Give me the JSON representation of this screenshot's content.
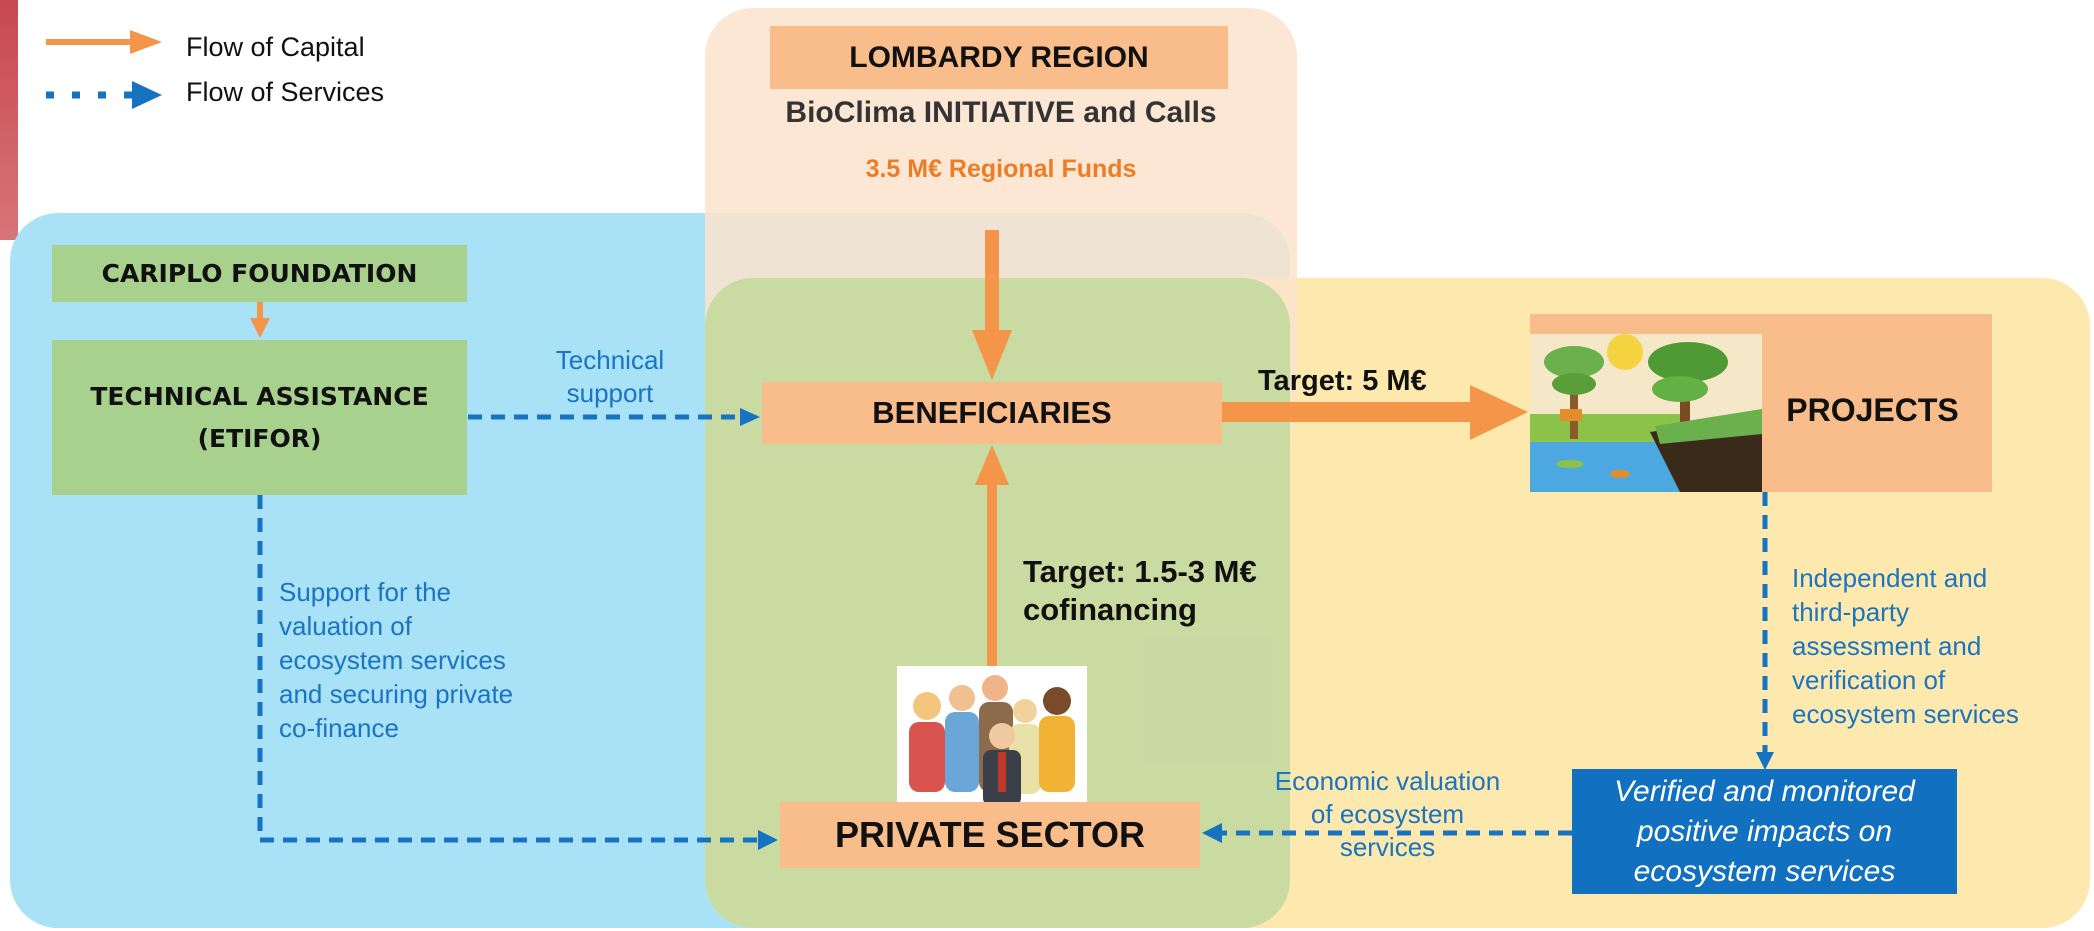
{
  "legend": {
    "capital_label": "Flow of Capital",
    "services_label": "Flow of Services"
  },
  "lombardy": {
    "title": "LOMBARDY REGION",
    "subtitle": "BioClima INITIATIVE and Calls",
    "funds": "3.5 M€ Regional Funds"
  },
  "cariplo": {
    "label": "CARIPLO FOUNDATION"
  },
  "technical_assistance": {
    "line1": "TECHNICAL ASSISTANCE",
    "line2": "(ETIFOR)"
  },
  "beneficiaries": {
    "label": "BENEFICIARIES"
  },
  "projects": {
    "label": "PROJECTS"
  },
  "private_sector": {
    "label": "PRIVATE SECTOR"
  },
  "verified": {
    "line1": "Verified and monitored",
    "line2": "positive impacts on",
    "line3": "ecosystem services"
  },
  "flows": {
    "technical_support": [
      "Technical",
      "support"
    ],
    "target_5": "Target: 5 M€",
    "target_cofin": [
      "Target: 1.5-3 M€",
      "cofinancing"
    ],
    "support_valuation": [
      "Support for the",
      "valuation of",
      "ecosystem services",
      "and securing private",
      "co-finance"
    ],
    "independent": [
      "Independent and",
      "third-party",
      "assessment and",
      "verification of",
      "ecosystem services"
    ],
    "economic_valuation": [
      "Economic valuation",
      "of ecosystem",
      "services"
    ]
  },
  "colors": {
    "capital_arrow": "#f4954a",
    "services_arrow": "#1673c1",
    "blue_region": "#9ee0f7",
    "orange_region": "#fbe3cc",
    "green_region": "#c2d9a6",
    "yellow_region": "#fde8a8"
  },
  "icons": [
    "landscape-illustration",
    "people-group-illustration"
  ]
}
